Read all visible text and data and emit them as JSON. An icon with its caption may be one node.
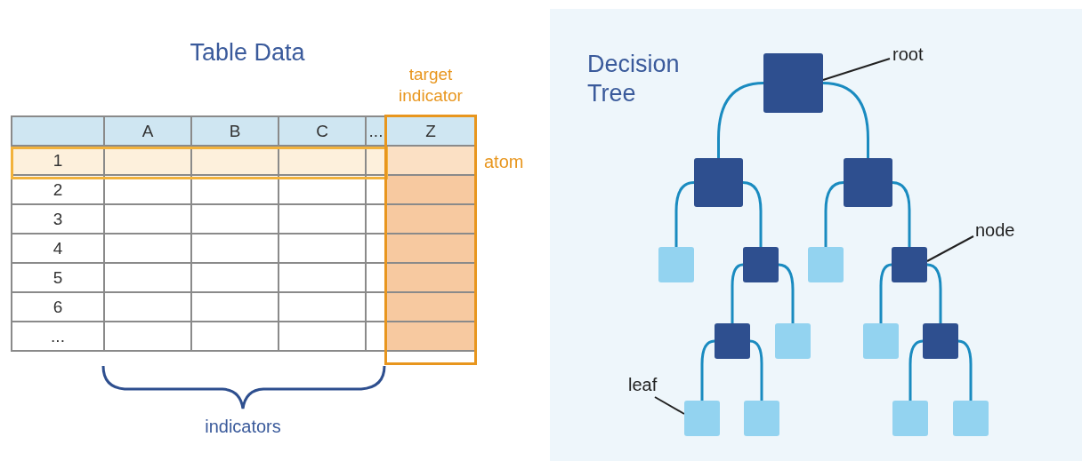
{
  "diagram": {
    "nodes": [
      {
        "text": [
          "Decision Tree"
        ]
      },
      {
        "text": [],
        "shape": "box",
        "in": 0
      },
      {
        "text": [],
        "shape": "box",
        "in": 0
      },
      {
        "text": [],
        "shape": "box",
        "in": 0
      },
      {
        "text": [],
        "shape": "box",
        "in": 0
      },
      {
        "text": [],
        "shape": "box",
        "in": 0
      },
      {
        "text": [],
        "shape": "box",
        "in": 0
      },
      {
        "text": [],
        "shape": "box",
        "in": 0
      },
      {
        "text": [],
        "shape": "box",
        "in": 0
      },
      {
        "text": [],
        "shape": "box",
        "in": 0
      },
      {
        "text": [],
        "shape": "box",
        "in": 0
      },
      {
        "text": [],
        "shape": "box",
        "in": 0
      },
      {
        "text": [],
        "shape": "box",
        "in": 0
      },
      {
        "text": [],
        "shape": "box",
        "in": 0
      },
      {
        "text": [],
        "shape": "box",
        "in": 0
      },
      {
        "text": [],
        "shape": "box",
        "in": 0
      },
      {
        "text": [
          "root"
        ],
        "in": 0
      },
      {
        "text": [
          "node"
        ],
        "in": 0
      },
      {
        "text": [
          "leaf"
        ],
        "in": 0
      }
    ],
    "edges": [
      {
        "from": 1,
        "to": 2,
        "arrow": "none"
      },
      {
        "from": 1,
        "to": 3,
        "arrow": "none"
      },
      {
        "from": 2,
        "to": 4,
        "arrow": "none"
      },
      {
        "from": 2,
        "to": 5,
        "arrow": "none"
      },
      {
        "from": 3,
        "to": 6,
        "arrow": "none"
      },
      {
        "from": 3,
        "to": 7,
        "arrow": "none"
      },
      {
        "from": 5,
        "to": 8,
        "arrow": "none"
      },
      {
        "from": 5,
        "to": 9,
        "arrow": "none"
      },
      {
        "from": 7,
        "to": 10,
        "arrow": "none"
      },
      {
        "from": 7,
        "to": 11,
        "arrow": "none"
      },
      {
        "from": 8,
        "to": 12,
        "arrow": "none"
      },
      {
        "from": 8,
        "to": 13,
        "arrow": "none"
      },
      {
        "from": 11,
        "to": 14,
        "arrow": "none"
      },
      {
        "from": 11,
        "to": 15,
        "arrow": "none"
      },
      {
        "from": 16,
        "to": 1,
        "arrow": "none",
        "color": "#222222"
      },
      {
        "from": 17,
        "to": 7,
        "arrow": "none",
        "color": "#222222"
      },
      {
        "from": 18,
        "to": 12,
        "arrow": "none",
        "color": "#222222"
      }
    ],
    "labels": [
      "Table Data",
      "target indicator",
      "A",
      "B",
      "C",
      "...",
      "Z",
      "atom",
      "1",
      "2",
      "3",
      "4",
      "5",
      "6",
      "...",
      "indicators"
    ]
  }
}
